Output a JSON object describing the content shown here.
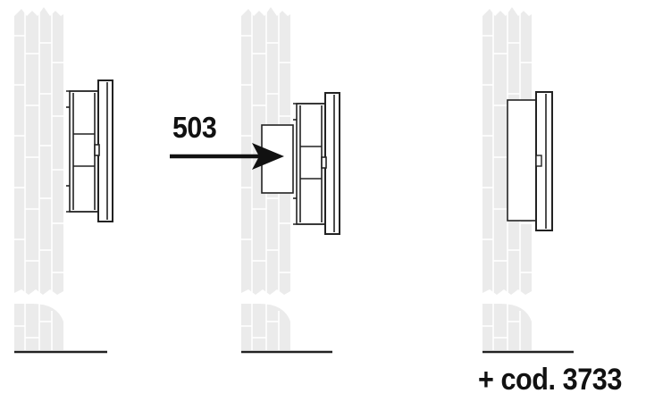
{
  "labels": {
    "part_number": "503",
    "accessory_code": "+ cod. 3733"
  },
  "colors": {
    "wall_fill": "#ebebeb",
    "wall_joint": "#ffffff",
    "line": "#222222",
    "background": "#ffffff"
  },
  "steps": [
    {
      "name": "step-1-box-in-wall"
    },
    {
      "name": "step-2-insert-part"
    },
    {
      "name": "step-3-with-accessory"
    }
  ]
}
